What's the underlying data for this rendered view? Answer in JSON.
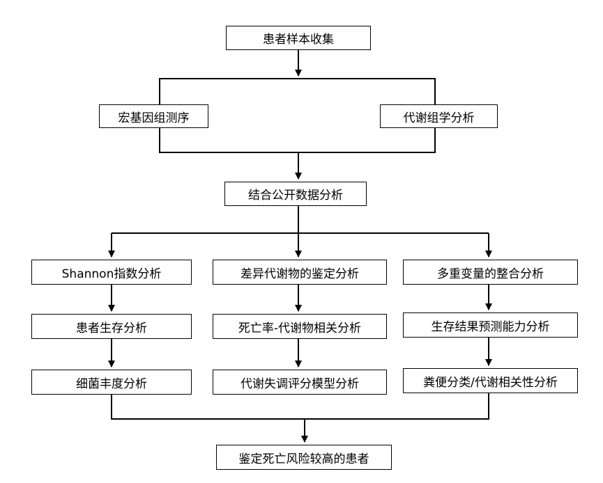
{
  "diagram": {
    "type": "flowchart",
    "colors": {
      "line": "#000000",
      "box_border": "#000000",
      "box_fill": "#ffffff",
      "text": "#000000"
    },
    "nodes": {
      "collect": "患者样本收集",
      "metagenome": "宏基因组测序",
      "metabolomics": "代谢组学分析",
      "public_data": "结合公开数据分析",
      "shannon": "Shannon指数分析",
      "survival": "患者生存分析",
      "abundance": "细菌丰度分析",
      "diff_metab": "差异代谢物的鉴定分析",
      "mortality_corr": "死亡率-代谢物相关分析",
      "dysreg_model": "代谢失调评分模型分析",
      "multivar": "多重变量的整合分析",
      "outcome_pred": "生存结果预测能力分析",
      "stool_corr": "粪便分类/代谢相关性分析",
      "identify": "鉴定死亡风险较高的患者"
    }
  }
}
